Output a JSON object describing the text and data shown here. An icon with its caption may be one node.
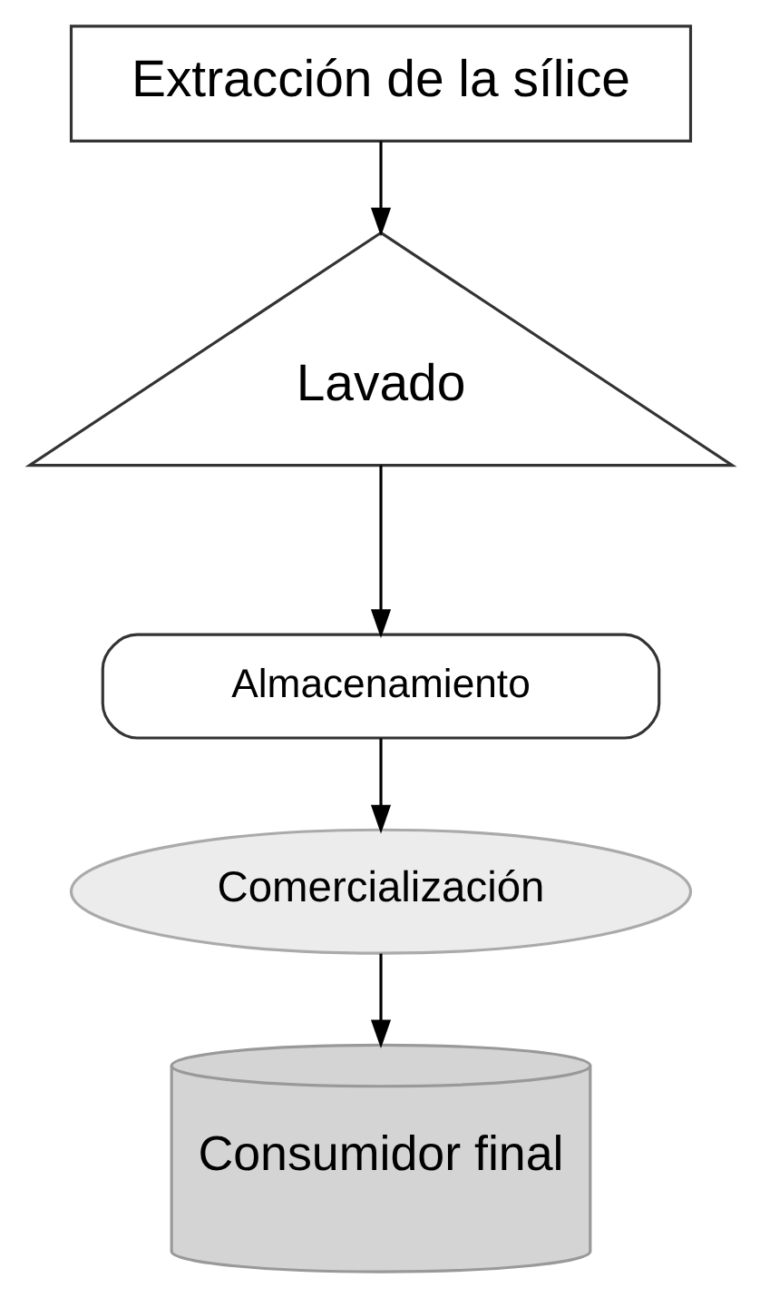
{
  "diagram": {
    "nodes": [
      {
        "text": [
          "Extracción de la sílice"
        ]
      },
      {
        "text": [
          "Lavado"
        ]
      },
      {
        "text": [
          "Almacenamiento"
        ]
      },
      {
        "text": [
          "Comercialización"
        ]
      },
      {
        "text": [
          "Consumidor final"
        ]
      }
    ],
    "edges": [
      {
        "from": 0,
        "to": 1,
        "arrow": "to"
      },
      {
        "from": 1,
        "to": 2,
        "arrow": "to"
      },
      {
        "from": 2,
        "to": 3,
        "arrow": "to"
      },
      {
        "from": 3,
        "to": 4,
        "arrow": "to"
      }
    ]
  }
}
